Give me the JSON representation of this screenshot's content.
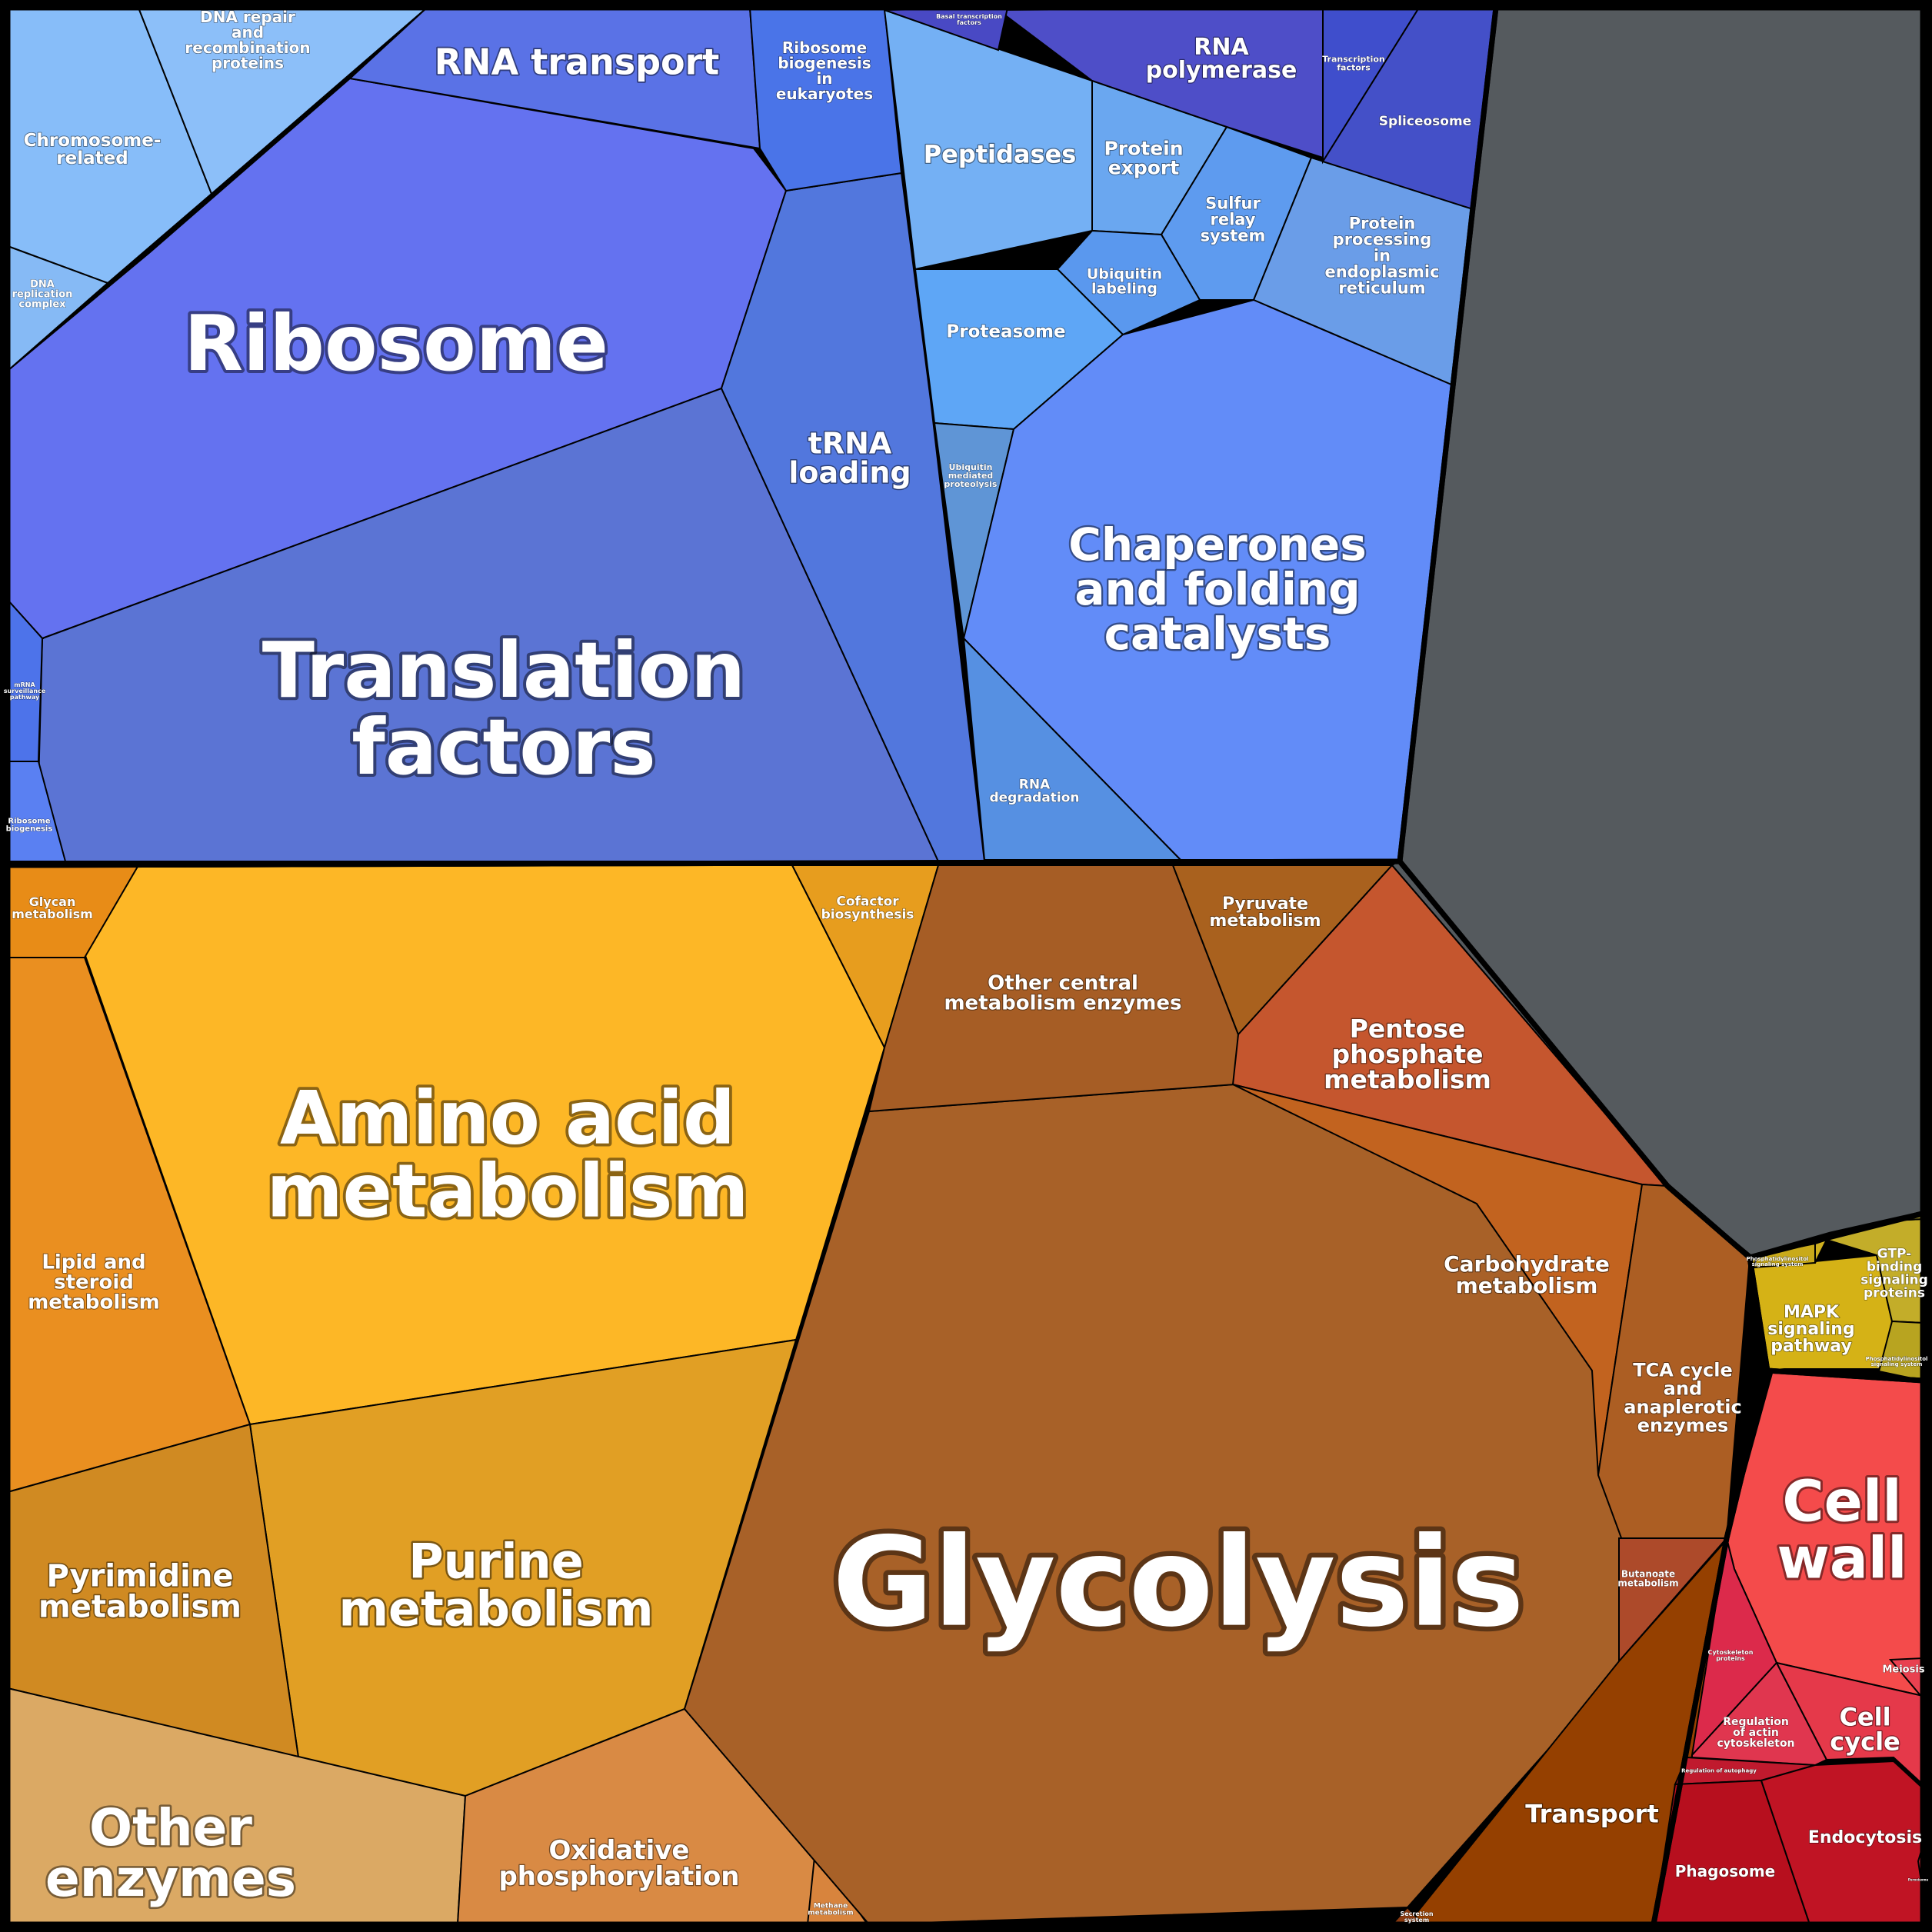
{
  "diagram": {
    "groups": [
      {
        "id": "genetic",
        "cells": [
          {
            "key": "ribosome",
            "label": [
              "Ribosome"
            ],
            "color": "#6472f0"
          },
          {
            "key": "translation_factors",
            "label": [
              "Translation",
              "factors"
            ],
            "color": "#5b74d4"
          },
          {
            "key": "trna_loading",
            "label": [
              "tRNA",
              "loading"
            ],
            "color": "#5277dd"
          },
          {
            "key": "rna_transport",
            "label": [
              "RNA transport"
            ],
            "color": "#5a72e6"
          },
          {
            "key": "ribosome_biogenesis_eukaryotes",
            "label": [
              "Ribosome",
              "biogenesis",
              "in",
              "eukaryotes"
            ],
            "color": "#4a74e8"
          },
          {
            "key": "chromosome_related",
            "label": [
              "Chromosome-",
              "related"
            ],
            "color": "#87bdf9"
          },
          {
            "key": "dna_repair",
            "label": [
              "DNA repair",
              "and",
              "recombination",
              "proteins"
            ],
            "color": "#8cbff9"
          },
          {
            "key": "dna_replication",
            "label": [
              "DNA",
              "replication",
              "complex"
            ],
            "color": "#86baf5"
          },
          {
            "key": "left_small_1",
            "label": [],
            "color": "#4d73ea"
          },
          {
            "key": "left_small_2",
            "label": [
              "mRNA",
              "surveillance",
              "pathway"
            ],
            "color": "#4d73ea"
          },
          {
            "key": "ribosome_biogenesis",
            "label": [
              "Ribosome",
              "biogenesis"
            ],
            "color": "#5a80f2"
          },
          {
            "key": "peptidases",
            "label": [
              "Peptidases"
            ],
            "color": "#74b0f4"
          },
          {
            "key": "protein_export",
            "label": [
              "Protein",
              "export"
            ],
            "color": "#6aa7f0"
          },
          {
            "key": "sulfur_relay",
            "label": [
              "Sulfur",
              "relay",
              "system"
            ],
            "color": "#5e9bef"
          },
          {
            "key": "protein_processing_er",
            "label": [
              "Protein",
              "processing",
              "in",
              "endoplasmic",
              "reticulum"
            ],
            "color": "#6a9de8"
          },
          {
            "key": "ubiquitin_labeling",
            "label": [
              "Ubiquitin",
              "labeling"
            ],
            "color": "#5a98ee"
          },
          {
            "key": "proteasome",
            "label": [
              "Proteasome"
            ],
            "color": "#5ea6f6"
          },
          {
            "key": "ubiquitin_mediated",
            "label": [
              "Ubiquitin",
              "mediated",
              "proteolysis"
            ],
            "color": "#5f95d6"
          },
          {
            "key": "chaperones",
            "label": [
              "Chaperones",
              "and folding",
              "catalysts"
            ],
            "color": "#628cf8"
          },
          {
            "key": "rna_degradation",
            "label": [
              "RNA",
              "degradation"
            ],
            "color": "#5690e2"
          },
          {
            "key": "rna_polymerase",
            "label": [
              "RNA",
              "polymerase"
            ],
            "color": "#4e4ec8"
          },
          {
            "key": "basal_transcription",
            "label": [
              "Basal transcription",
              "factors"
            ],
            "color": "#4949c4"
          },
          {
            "key": "transcription_factors",
            "label": [
              "Transcription",
              "factors"
            ],
            "color": "#3f4ecc"
          },
          {
            "key": "spliceosome",
            "label": [
              "Spliceosome"
            ],
            "color": "#4450c8"
          }
        ]
      },
      {
        "id": "metabolism",
        "cells": [
          {
            "key": "amino_acid",
            "label": [
              "Amino acid",
              "metabolism"
            ],
            "color": "#fdb726"
          },
          {
            "key": "glycan",
            "label": [
              "Glycan",
              "metabolism"
            ],
            "color": "#e88c17"
          },
          {
            "key": "cofactor",
            "label": [
              "Cofactor",
              "biosynthesis"
            ],
            "color": "#e79d1e"
          },
          {
            "key": "lipid",
            "label": [
              "Lipid and",
              "steroid",
              "metabolism"
            ],
            "color": "#ea8f20"
          },
          {
            "key": "purine",
            "label": [
              "Purine",
              "metabolism"
            ],
            "color": "#e19f24"
          },
          {
            "key": "pyrimidine",
            "label": [
              "Pyrimidine",
              "metabolism"
            ],
            "color": "#d08a22"
          },
          {
            "key": "other_enzymes",
            "label": [
              "Other",
              "enzymes"
            ],
            "color": "#dba964"
          },
          {
            "key": "oxphos",
            "label": [
              "Oxidative",
              "phosphorylation"
            ],
            "color": "#d98a44"
          },
          {
            "key": "methane",
            "label": [
              "Methane",
              "metabolism"
            ],
            "color": "#d8843d"
          },
          {
            "key": "glycolysis",
            "label": [
              "Glycolysis"
            ],
            "color": "#a86128"
          },
          {
            "key": "other_central",
            "label": [
              "Other central",
              "metabolism enzymes"
            ],
            "color": "#a65d25"
          },
          {
            "key": "pyruvate",
            "label": [
              "Pyruvate",
              "metabolism"
            ],
            "color": "#a9611e"
          },
          {
            "key": "pentose",
            "label": [
              "Pentose",
              "phosphate",
              "metabolism"
            ],
            "color": "#c5562e"
          },
          {
            "key": "carbohydrate",
            "label": [
              "Carbohydrate",
              "metabolism"
            ],
            "color": "#c2631f"
          },
          {
            "key": "tca",
            "label": [
              "TCA cycle",
              "and",
              "anaplerotic",
              "enzymes"
            ],
            "color": "#ac5e23"
          },
          {
            "key": "butanoate",
            "label": [
              "Butanoate",
              "metabolism"
            ],
            "color": "#ad4a2a"
          },
          {
            "key": "transport",
            "label": [
              "Transport"
            ],
            "color": "#954000"
          },
          {
            "key": "secretion",
            "label": [
              "Secretion",
              "system"
            ],
            "color": "#8a3a10"
          }
        ]
      },
      {
        "id": "signaling",
        "cells": [
          {
            "key": "mapk",
            "label": [
              "MAPK",
              "signaling",
              "pathway"
            ],
            "color": "#d5b216"
          },
          {
            "key": "gtp_binding",
            "label": [
              "GTP-",
              "binding",
              "signaling",
              "proteins"
            ],
            "color": "#c3ad29"
          },
          {
            "key": "sig_small_1",
            "label": [
              "Phosphatidylinositol",
              "signaling system"
            ],
            "color": "#c9aa1a"
          },
          {
            "key": "sig_small_2",
            "label": [
              "Phosphatidylinositol",
              "signaling system"
            ],
            "color": "#b8a420"
          },
          {
            "key": "sig_small_3",
            "label": [],
            "color": "#cfb01f"
          },
          {
            "key": "sig_small_4",
            "label": [],
            "color": "#b4a22b"
          }
        ]
      },
      {
        "id": "cellular",
        "cells": [
          {
            "key": "cell_wall",
            "label": [
              "Cell",
              "wall"
            ],
            "color": "#f44b4b"
          },
          {
            "key": "cytoskeleton",
            "label": [
              "Cytoskeleton",
              "proteins"
            ],
            "color": "#dc2a4b"
          },
          {
            "key": "regulation_actin",
            "label": [
              "Regulation",
              "of actin",
              "cytoskeleton"
            ],
            "color": "#e0364f"
          },
          {
            "key": "cell_cycle",
            "label": [
              "Cell",
              "cycle"
            ],
            "color": "#e5394a"
          },
          {
            "key": "meiosis",
            "label": [
              "Meiosis"
            ],
            "color": "#e94150"
          },
          {
            "key": "autophagy",
            "label": [
              "Regulation of autophagy"
            ],
            "color": "#c01a2e"
          },
          {
            "key": "phagosome",
            "label": [
              "Phagosome"
            ],
            "color": "#b70f1e"
          },
          {
            "key": "endocytosis",
            "label": [
              "Endocytosis"
            ],
            "color": "#c01424"
          },
          {
            "key": "peroxisome",
            "label": [
              "Peroxisome"
            ],
            "color": "#c51e2e"
          }
        ]
      },
      {
        "id": "unassigned",
        "cells": [
          {
            "key": "unassigned_area",
            "label": [],
            "color": "#555a5e"
          }
        ]
      }
    ]
  }
}
